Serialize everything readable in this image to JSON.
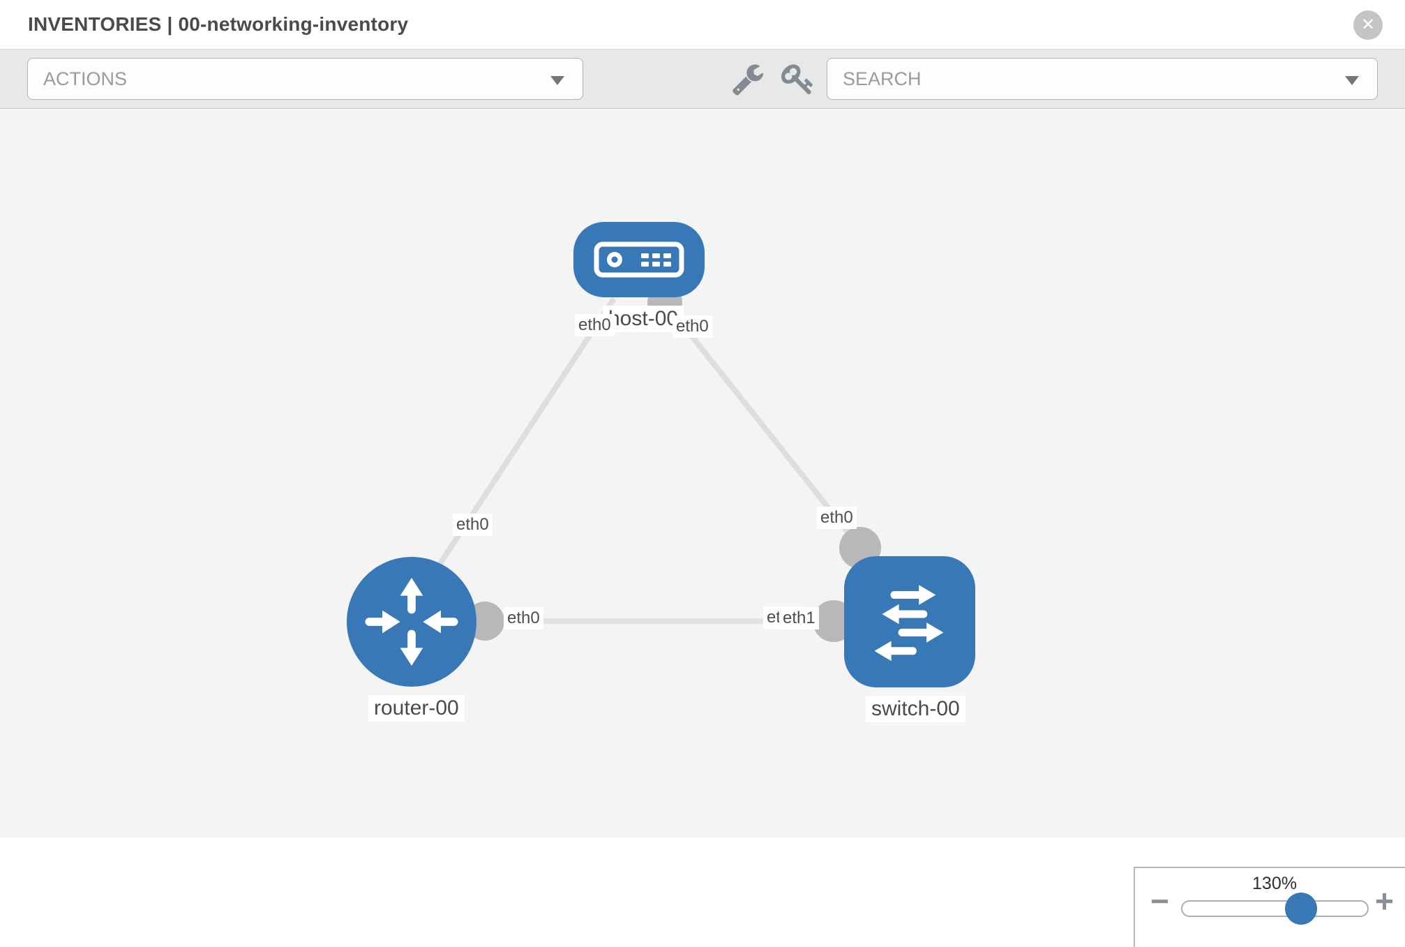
{
  "header": {
    "title": "INVENTORIES | 00-networking-inventory",
    "close_glyph": "✕"
  },
  "toolbar": {
    "actions_placeholder": "ACTIONS",
    "search_placeholder": "SEARCH"
  },
  "topology": {
    "nodes": [
      {
        "id": "host-00",
        "type": "host",
        "label": "host-00"
      },
      {
        "id": "router-00",
        "type": "router",
        "label": "router-00"
      },
      {
        "id": "switch-00",
        "type": "switch",
        "label": "switch-00"
      }
    ],
    "links": [
      {
        "from": "host-00",
        "to": "router-00",
        "from_iface": "eth0",
        "to_iface": "eth0"
      },
      {
        "from": "host-00",
        "to": "switch-00",
        "from_iface": "eth0",
        "to_iface": "eth0"
      },
      {
        "from": "router-00",
        "to": "switch-00",
        "from_iface": "eth0",
        "to_iface": "eth1"
      }
    ],
    "iface_labels": {
      "host_left": "eth0",
      "host_right": "eth0",
      "router_upper": "eth0",
      "switch_upper": "eth0",
      "router_horizontal": "eth0",
      "switch_horizontal_back": "eth0",
      "switch_horizontal_front": "eth1"
    }
  },
  "zoom_control": {
    "value": "130%",
    "minus_glyph": "−",
    "plus_glyph": "+"
  },
  "colors": {
    "node_blue": "#3878b6",
    "link_gray": "#dedede",
    "port_gray": "#b8b8b8",
    "canvas_bg": "#f4f4f4"
  }
}
